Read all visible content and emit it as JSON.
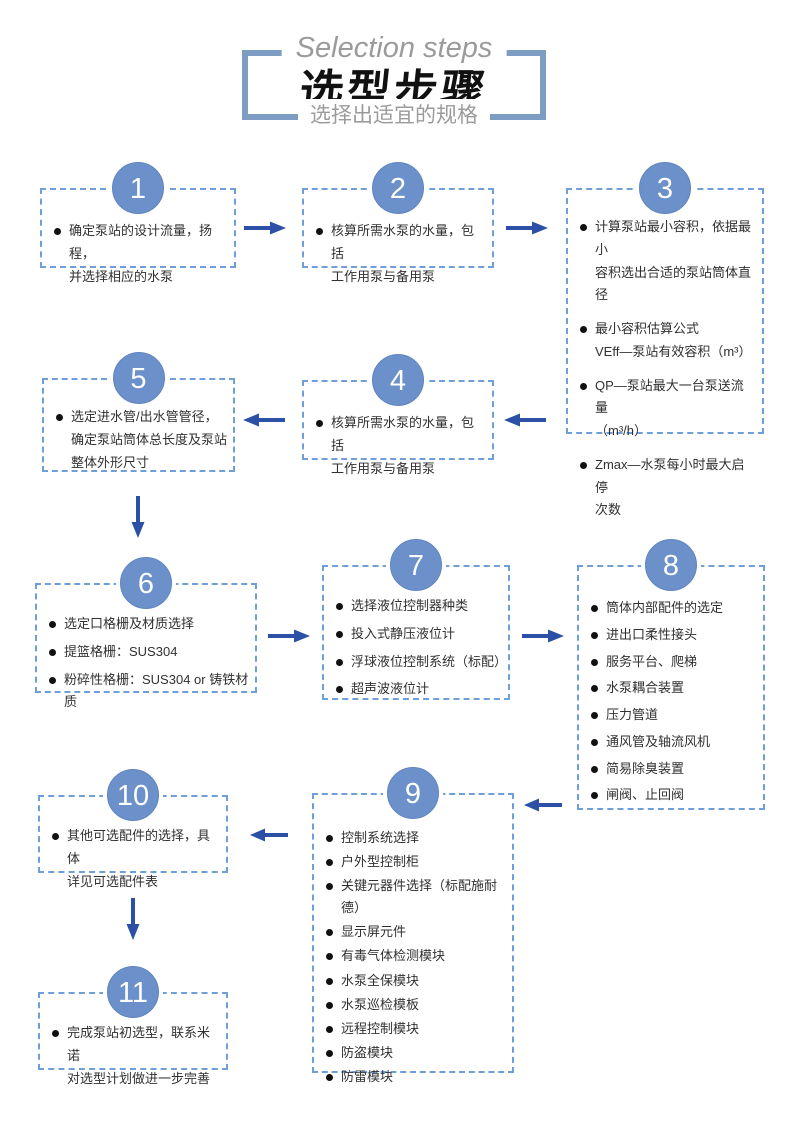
{
  "header": {
    "en_title": "Selection steps",
    "cn_title": "选型步骤",
    "subtitle": "选择出适宜的规格"
  },
  "colors": {
    "circle_blue": "#6c90ca",
    "dashed_border_blue": "#6f9fd8",
    "arrow_blue": "#2b50a5",
    "bracket_blue": "#7e9dc3",
    "gray_text": "#9b9b9b"
  },
  "steps": [
    {
      "number": "1",
      "bullets": [
        "确定泵站的设计流量，扬程，\n并选择相应的水泵"
      ]
    },
    {
      "number": "2",
      "bullets": [
        "核算所需水泵的水量，包括\n工作用泵与备用泵"
      ]
    },
    {
      "number": "3",
      "bullets": [
        "计算泵站最小容积，依据最小\n容积选出合适的泵站筒体直径",
        "最小容积估算公式\nVEff—泵站有效容积（m³）",
        "QP—泵站最大一台泵送流量\n（m³/h）",
        "Zmax—水泵每小时最大启停\n次数"
      ]
    },
    {
      "number": "4",
      "bullets": [
        "核算所需水泵的水量，包括\n工作用泵与备用泵"
      ]
    },
    {
      "number": "5",
      "bullets": [
        "选定进水管/出水管管径，\n确定泵站筒体总长度及泵站\n整体外形尺寸"
      ]
    },
    {
      "number": "6",
      "bullets": [
        "选定口格栅及材质选择",
        "提篮格栅：SUS304",
        "粉碎性格栅：SUS304 or 铸铁材质"
      ]
    },
    {
      "number": "7",
      "bullets": [
        "选择液位控制器种类",
        "投入式静压液位计",
        "浮球液位控制系统（标配）",
        "超声波液位计"
      ]
    },
    {
      "number": "8",
      "bullets": [
        "筒体内部配件的选定",
        "进出口柔性接头",
        "服务平台、爬梯",
        "水泵耦合装置",
        "压力管道",
        "通风管及轴流风机",
        "简易除臭装置",
        "闸阀、止回阀"
      ]
    },
    {
      "number": "9",
      "bullets": [
        "控制系统选择",
        "户外型控制柜",
        "关键元器件选择（标配施耐德）",
        "显示屏元件",
        "有毒气体检测模块",
        "水泵全保模块",
        "水泵巡检模板",
        "远程控制模块",
        "防盗模块",
        "防雷模块"
      ]
    },
    {
      "number": "10",
      "bullets": [
        "其他可选配件的选择，具体\n详见可选配件表"
      ]
    },
    {
      "number": "11",
      "bullets": [
        "完成泵站初选型，联系米诺\n对选型计划做进一步完善"
      ]
    }
  ]
}
